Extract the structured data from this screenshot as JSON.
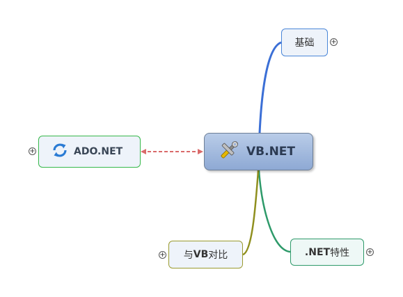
{
  "mindmap": {
    "root": {
      "label": "VB.NET",
      "icon": "tools-icon"
    },
    "nodes": {
      "ado": {
        "label": "ADO.NET",
        "icon": "refresh-arrows-icon",
        "expand_symbol": "+"
      },
      "basics": {
        "label": "基础",
        "expand_symbol": "+"
      },
      "net_features": {
        "label_bold": ".NET",
        "label_rest": "特性",
        "expand_symbol": "+"
      },
      "vb_compare": {
        "label_pre": "与",
        "label_bold": "VB",
        "label_post": "对比",
        "expand_symbol": "+"
      }
    },
    "relationship": {
      "from": "ADO.NET",
      "to": "VB.NET",
      "style": "dashed-double-arrow"
    },
    "colors": {
      "root_fill": "#9ab3dc",
      "branch_basics": "#3b6fd6",
      "branch_net_features": "#2e9a6a",
      "branch_vb_compare": "#8f8f1e",
      "ado_border": "#36b84a",
      "relationship_line": "#d96a6a"
    }
  }
}
